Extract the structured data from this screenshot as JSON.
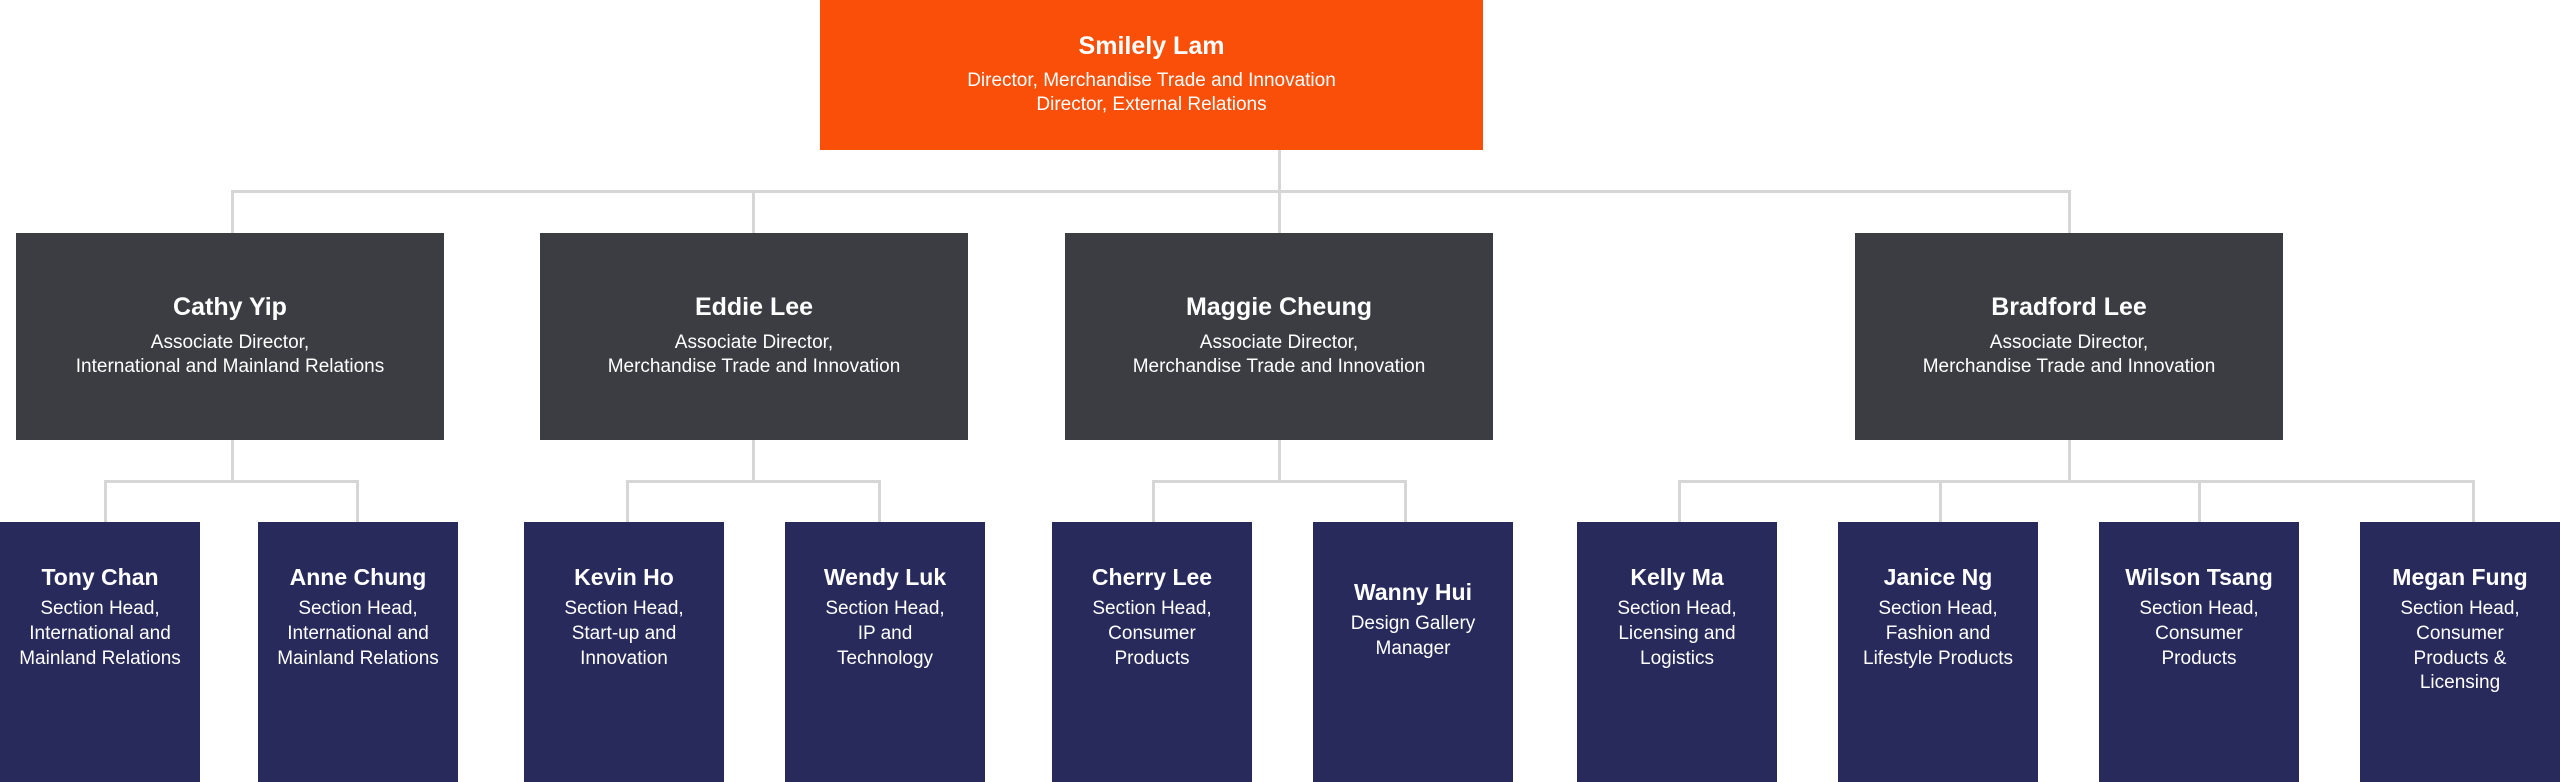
{
  "colors": {
    "root_bg": "#FA4F09",
    "level2_bg": "#3c3d42",
    "level3_bg": "#272a5b",
    "connector": "#d6d6d6",
    "page_bg": "#ffffff",
    "text": "#ffffff"
  },
  "root": {
    "name": "Smilely Lam",
    "title": "Director, Merchandise Trade and Innovation\nDirector, External Relations"
  },
  "level2": [
    {
      "id": "cathy-yip",
      "name": "Cathy Yip",
      "title": "Associate Director,\nInternational and Mainland Relations"
    },
    {
      "id": "eddie-lee",
      "name": "Eddie Lee",
      "title": "Associate Director,\nMerchandise Trade and Innovation"
    },
    {
      "id": "maggie-cheung",
      "name": "Maggie Cheung",
      "title": "Associate Director,\nMerchandise Trade and Innovation"
    },
    {
      "id": "bradford-lee",
      "name": "Bradford Lee",
      "title": "Associate Director,\nMerchandise Trade and Innovation"
    }
  ],
  "level3": [
    {
      "id": "tony-chan",
      "parent": "cathy-yip",
      "name": "Tony Chan",
      "title": "Section Head,\nInternational and\nMainland Relations"
    },
    {
      "id": "anne-chung",
      "parent": "cathy-yip",
      "name": "Anne Chung",
      "title": "Section Head,\nInternational and\nMainland Relations"
    },
    {
      "id": "kevin-ho",
      "parent": "eddie-lee",
      "name": "Kevin Ho",
      "title": "Section Head,\nStart-up and\nInnovation"
    },
    {
      "id": "wendy-luk",
      "parent": "eddie-lee",
      "name": "Wendy Luk",
      "title": "Section Head,\nIP and\nTechnology"
    },
    {
      "id": "cherry-lee",
      "parent": "maggie-cheung",
      "name": "Cherry Lee",
      "title": "Section Head,\nConsumer\nProducts"
    },
    {
      "id": "wanny-hui",
      "parent": "maggie-cheung",
      "name": "Wanny Hui",
      "title": "Design Gallery\nManager"
    },
    {
      "id": "kelly-ma",
      "parent": "bradford-lee",
      "name": "Kelly Ma",
      "title": "Section Head,\nLicensing and\nLogistics"
    },
    {
      "id": "janice-ng",
      "parent": "bradford-lee",
      "name": "Janice Ng",
      "title": "Section Head,\nFashion and\nLifestyle Products"
    },
    {
      "id": "wilson-tsang",
      "parent": "bradford-lee",
      "name": "Wilson Tsang",
      "title": "Section Head,\nConsumer\nProducts"
    },
    {
      "id": "megan-fung",
      "parent": "bradford-lee",
      "name": "Megan Fung",
      "title": "Section Head,\nConsumer\nProducts &\nLicensing"
    }
  ]
}
